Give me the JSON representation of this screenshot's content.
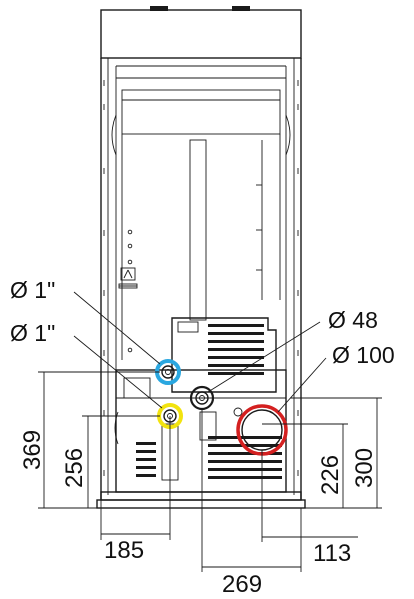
{
  "colors": {
    "line": "#1a1a1a",
    "highlight_blue": "#2aa7e0",
    "highlight_yellow": "#f2e30f",
    "highlight_red": "#d42020"
  },
  "connections": [
    {
      "label": "Ø 1\"",
      "highlight": "blue"
    },
    {
      "label": "Ø 1\"",
      "highlight": "yellow"
    },
    {
      "label": "Ø 48",
      "highlight": "none"
    },
    {
      "label": "Ø 100",
      "highlight": "red"
    }
  ],
  "dimensions": {
    "left_outer": "369",
    "left_inner": "256",
    "right_inner": "226",
    "right_outer": "300",
    "bottom_left": "185",
    "bottom_right": "113",
    "bottom_total": "269"
  }
}
